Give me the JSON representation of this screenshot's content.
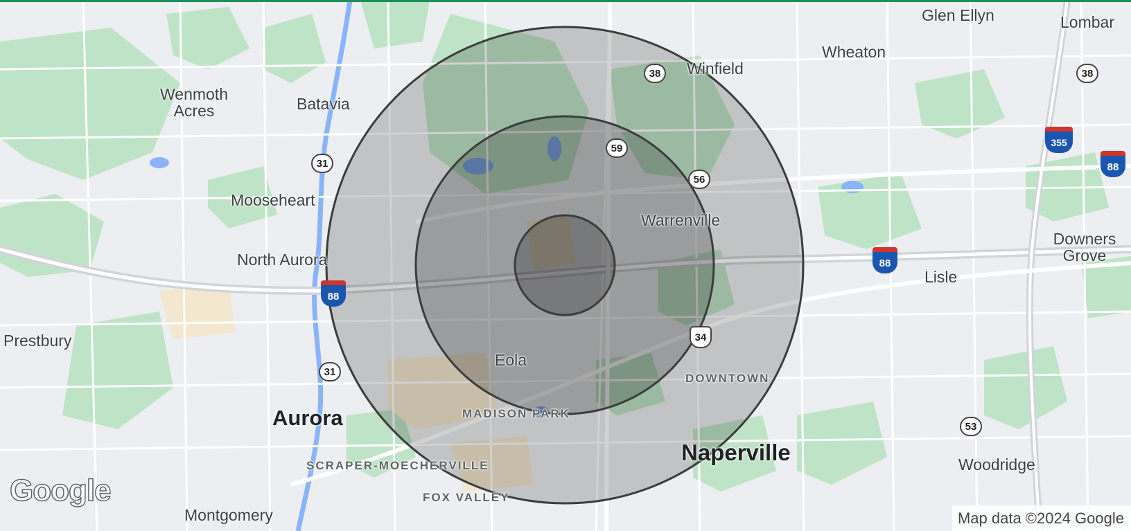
{
  "map": {
    "colors": {
      "land": "#eceef1",
      "park": "#bfe3c6",
      "developed": "#f3e7cf",
      "water": "#8ab4f8",
      "road": "#ffffff",
      "highway": "#dadce0",
      "ring_fill": "#000000",
      "ring_stroke": "#3c3c3c",
      "top_bar": "#1e8e5a"
    },
    "radius_rings": {
      "count": 3,
      "fill_opacity": [
        0.18,
        0.2,
        0.22
      ]
    },
    "labels": {
      "glen_ellyn": "Glen Ellyn",
      "lombard": "Lombar",
      "wheaton": "Wheaton",
      "winfield": "Winfield",
      "wenmoth_acres_1": "Wenmoth",
      "wenmoth_acres_2": "Acres",
      "batavia": "Batavia",
      "mooseheart": "Mooseheart",
      "warrenville": "Warrenville",
      "downers_grove_1": "Downers",
      "downers_grove_2": "Grove",
      "north_aurora": "North Aurora",
      "lisle": "Lisle",
      "prestbury": "Prestbury",
      "eola": "Eola",
      "downtown": "DOWNTOWN",
      "aurora": "Aurora",
      "madison_park": "MADISON PARK",
      "naperville": "Naperville",
      "scraper_moecherville": "SCRAPER-MOECHERVILLE",
      "woodridge": "Woodridge",
      "fox_valley": "FOX VALLEY",
      "montgomery": "Montgomery"
    },
    "shields": {
      "il38_left": "38",
      "il38_right": "38",
      "il31_top": "31",
      "il31_bottom": "31",
      "il59": "59",
      "il56": "56",
      "il53": "53",
      "us34": "34",
      "i355": "355",
      "i88_left": "88",
      "i88_center": "88",
      "i88_right": "88"
    }
  },
  "branding": {
    "logo": "Google",
    "attribution": "Map data ©2024 Google"
  }
}
